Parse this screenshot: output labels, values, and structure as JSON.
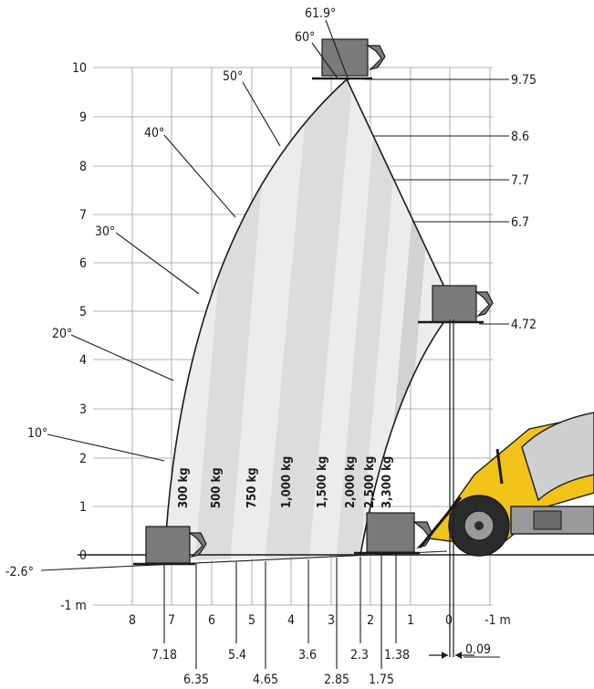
{
  "chart_data": {
    "type": "load-chart",
    "y_unit_label": "-1 m",
    "x_unit_label": "-1 m",
    "y_ticks": [
      "10",
      "9",
      "8",
      "7",
      "6",
      "5",
      "4",
      "3",
      "2",
      "1",
      "0"
    ],
    "x_ticks": [
      "8",
      "7",
      "6",
      "5",
      "4",
      "3",
      "2",
      "1",
      "0"
    ],
    "boom_angles": [
      {
        "label": "61.9°",
        "deg": 61.9
      },
      {
        "label": "60°",
        "deg": 60
      },
      {
        "label": "50°",
        "deg": 50
      },
      {
        "label": "40°",
        "deg": 40
      },
      {
        "label": "30°",
        "deg": 30
      },
      {
        "label": "20°",
        "deg": 20
      },
      {
        "label": "10°",
        "deg": 10
      },
      {
        "label": "-2.6°",
        "deg": -2.6
      }
    ],
    "heights_m": [
      {
        "label": "9.75",
        "value": 9.75
      },
      {
        "label": "8.6",
        "value": 8.6
      },
      {
        "label": "7.7",
        "value": 7.7
      },
      {
        "label": "6.7",
        "value": 6.7
      },
      {
        "label": "4.72",
        "value": 4.72
      }
    ],
    "reach_upper_m": [
      {
        "label": "7.18",
        "value": 7.18
      },
      {
        "label": "5.4",
        "value": 5.4
      },
      {
        "label": "3.6",
        "value": 3.6
      },
      {
        "label": "2.3",
        "value": 2.3
      },
      {
        "label": "1.38",
        "value": 1.38
      }
    ],
    "reach_lower_m": [
      {
        "label": "6.35",
        "value": 6.35
      },
      {
        "label": "4.65",
        "value": 4.65
      },
      {
        "label": "2.85",
        "value": 2.85
      },
      {
        "label": "1.75",
        "value": 1.75
      }
    ],
    "offset_m": {
      "label": "0.09",
      "value": 0.09
    },
    "load_zones": [
      {
        "label": "300 kg"
      },
      {
        "label": "500 kg"
      },
      {
        "label": "750 kg"
      },
      {
        "label": "1,000 kg"
      },
      {
        "label": "1,500 kg"
      },
      {
        "label": "2,000 kg"
      },
      {
        "label": "2,500 kg"
      },
      {
        "label": "3,300 kg"
      }
    ],
    "zone_colors": [
      "#ececec",
      "#dcdcdc"
    ],
    "machine_color": "#f2c318"
  }
}
